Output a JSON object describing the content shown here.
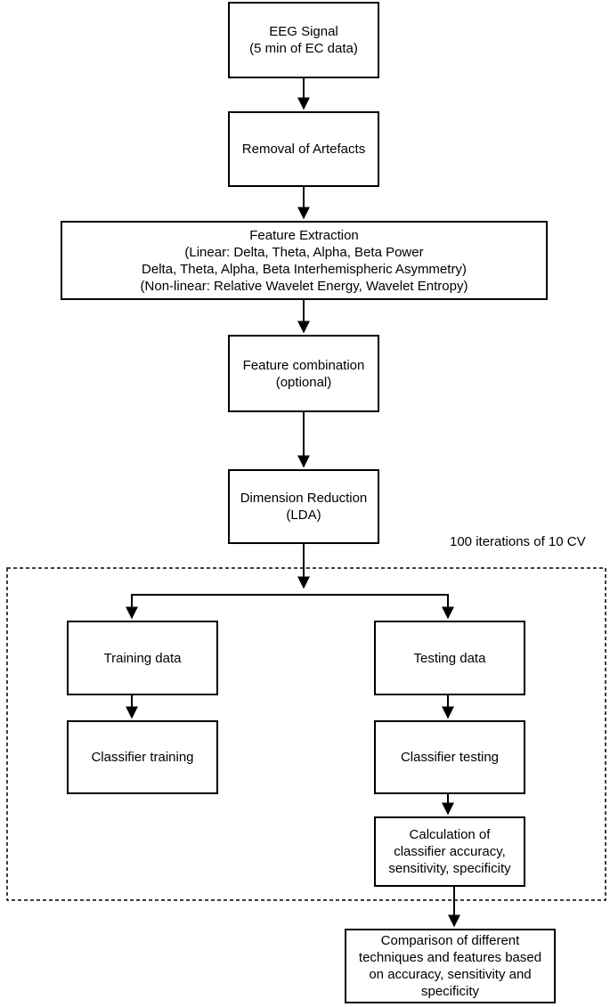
{
  "nodes": {
    "eeg_signal": [
      "EEG Signal",
      "(5 min of EC data)"
    ],
    "removal": [
      "Removal of Artefacts"
    ],
    "feature_extraction": [
      "Feature Extraction",
      "(Linear: Delta, Theta, Alpha, Beta Power",
      "Delta, Theta, Alpha, Beta Interhemispheric Asymmetry)",
      "(Non-linear: Relative Wavelet Energy, Wavelet Entropy)"
    ],
    "feature_combination": [
      "Feature combination",
      "(optional)"
    ],
    "dimension_reduction": [
      "Dimension Reduction",
      "(LDA)"
    ],
    "training_data": [
      "Training data"
    ],
    "testing_data": [
      "Testing data"
    ],
    "classifier_training": [
      "Classifier training"
    ],
    "classifier_testing": [
      "Classifier testing"
    ],
    "calculation": [
      "Calculation of",
      "classifier accuracy,",
      "sensitivity, specificity"
    ],
    "comparison": [
      "Comparison of different",
      "techniques and features based",
      "on accuracy, sensitivity and",
      "specificity"
    ]
  },
  "cv_region_label": "100 iterations of 10 CV"
}
